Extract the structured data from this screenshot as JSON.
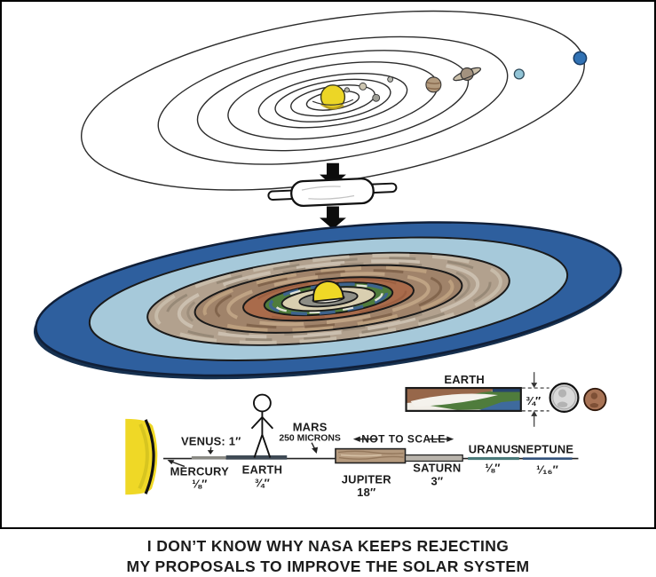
{
  "caption": {
    "line1": "I DON’T KNOW WHY NASA KEEPS REJECTING",
    "line2": "MY PROPOSALS TO IMPROVE THE SOLAR SYSTEM"
  },
  "earth_detail": {
    "label": "EARTH",
    "thickness": "¾″"
  },
  "scale_note": "NOT TO SCALE",
  "planets": {
    "mercury": {
      "label": "MERCURY",
      "size": "⅛″"
    },
    "venus": {
      "label": "VENUS: 1″"
    },
    "earth": {
      "label": "EARTH",
      "size": "¾″"
    },
    "mars": {
      "label": "MARS",
      "size": "250 MICRONS"
    },
    "jupiter": {
      "label": "JUPITER",
      "size": "18″"
    },
    "saturn": {
      "label": "SATURN",
      "size": "3″"
    },
    "uranus": {
      "label": "URANUS",
      "size": "⅛″"
    },
    "neptune": {
      "label": "NEPTUNE",
      "size": "¹⁄₁₆″"
    }
  },
  "colors": {
    "sun": "#efd826",
    "neptune_ring": "#2e5f9e",
    "uranus_ring": "#a6c9da",
    "saturn_ring": "#b2a18e",
    "jupiter_ring": "#a0836a",
    "mars_ring": "#a96b4b",
    "earth_ring": "#4f7c3c",
    "venus_ring": "#d9cfb0",
    "mercury_ring": "#8e8e86",
    "quarter": "#cfcfcf",
    "penny": "#a87355"
  }
}
